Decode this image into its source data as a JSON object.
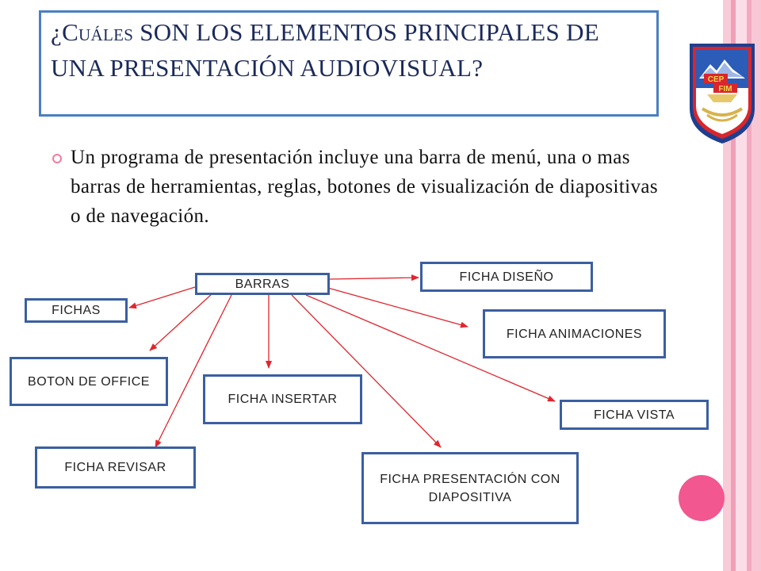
{
  "title": {
    "q": "¿",
    "c1": "C",
    "sc": "UÁLES",
    "rest": " SON LOS ELEMENTOS PRINCIPALES DE UNA PRESENTACIÓN AUDIOVISUAL?"
  },
  "bullet_text": "Un programa de presentación incluye una barra de menú, una o mas barras de herramientas, reglas, botones de visualización de diapositivas o de navegación.",
  "diagram": {
    "root": "BARRAS",
    "nodes": {
      "fichas": "FICHAS",
      "boton_office": "BOTON DE OFFICE",
      "ficha_revisar": "FICHA REVISAR",
      "ficha_insertar": "FICHA INSERTAR",
      "ficha_presentacion": "FICHA PRESENTACIÓN CON DIAPOSITIVA",
      "ficha_vista": "FICHA VISTA",
      "ficha_animaciones": "FICHA ANIMACIONES",
      "ficha_diseno": "FICHA DISEÑO"
    }
  },
  "colors": {
    "title_border": "#4a7fc2",
    "title_text": "#1b2a59",
    "node_border": "#3b5fa0",
    "arrow": "#e0262f",
    "pink_circle": "#f2578f",
    "stripes": [
      "#f7c7d6",
      "#f0a2ba",
      "#fbdde7",
      "#f5b3c7"
    ]
  },
  "logo": {
    "text": "CEP FIM"
  }
}
